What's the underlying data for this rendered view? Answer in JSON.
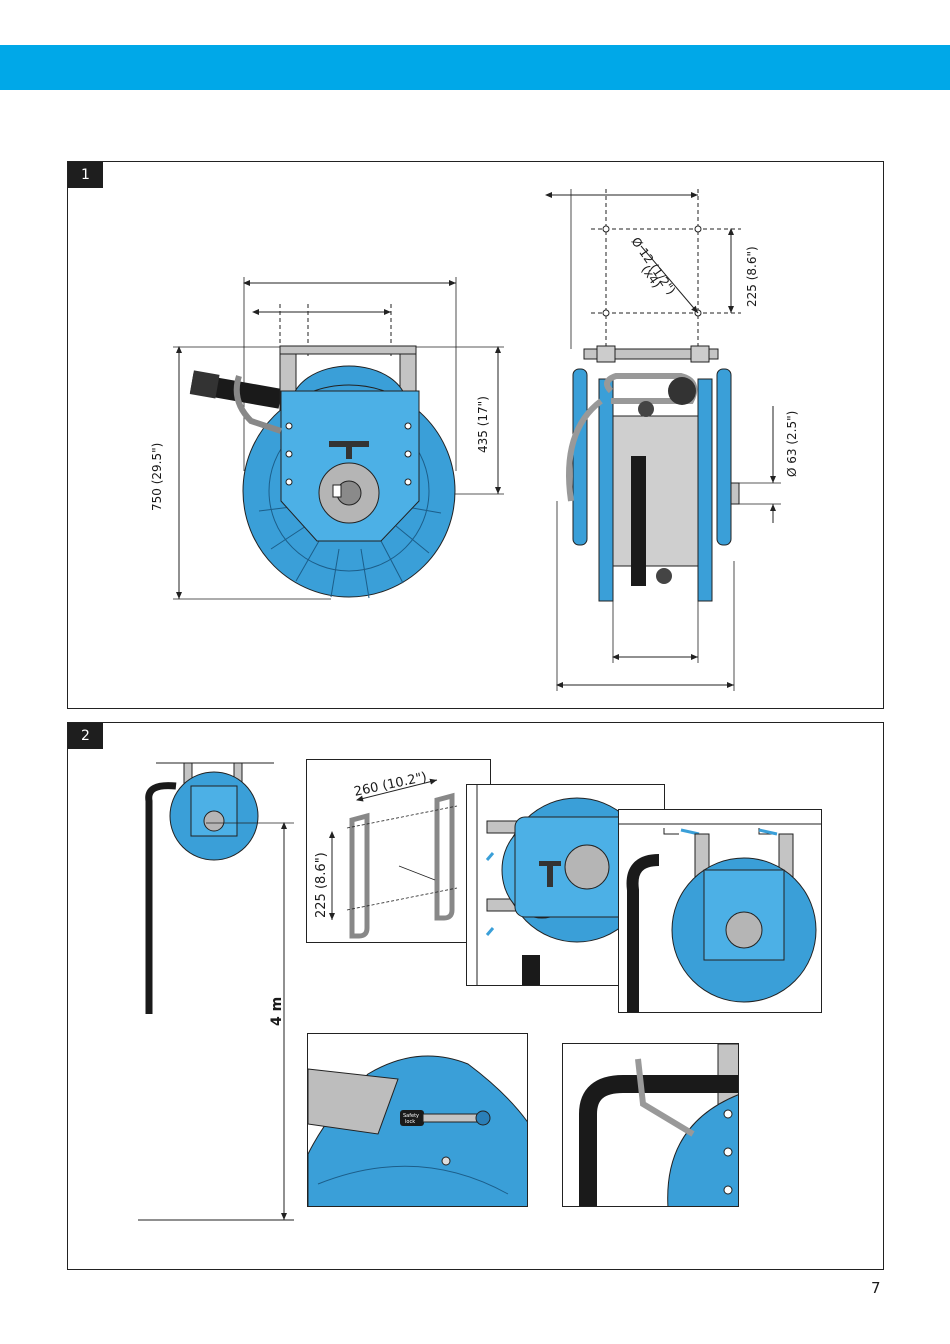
{
  "panel1": {
    "number": "1",
    "dim_height": "750 (29.5\")",
    "dim_mount": "435 (17\")",
    "dim_holes": "Ø 12 (1/2\")",
    "dim_holes_count": "(x4)",
    "dim_side": "225 (8.6\")",
    "dim_axle": "Ø 63 (2.5\")"
  },
  "panel2": {
    "number": "2",
    "dim_spacing": "260 (10.2\")",
    "dim_bracket": "225 (8.6\")",
    "dim_floor": "4 m",
    "safety_lock_line1": "Safety",
    "safety_lock_line2": "lock"
  },
  "page": {
    "number": "7"
  },
  "colors": {
    "band": "#00a8e8",
    "reel": "#3a9fd8",
    "reel_dark": "#2a7fb8",
    "bracket": "#c4c4c4"
  }
}
